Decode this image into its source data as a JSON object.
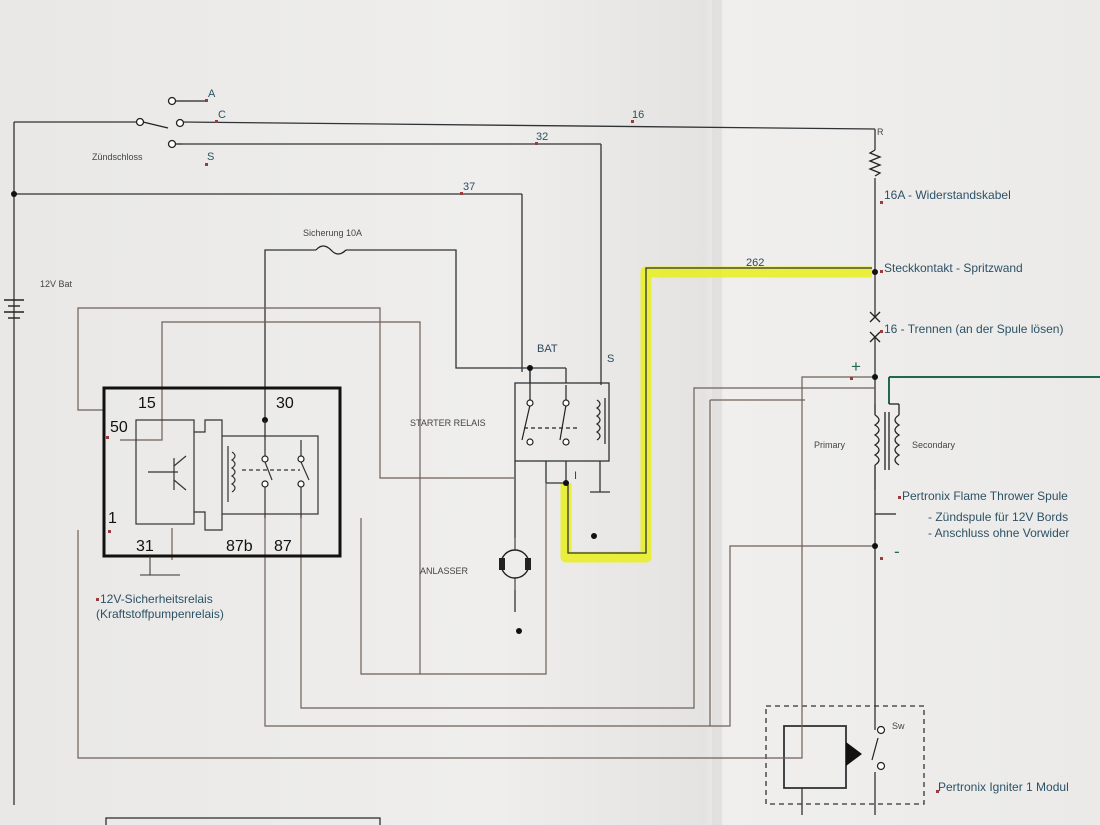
{
  "switch": {
    "name": "Zündschloss",
    "terminals": [
      "A",
      "C",
      "S"
    ]
  },
  "wires": {
    "w16": "16",
    "w32": "32",
    "w37": "37",
    "w262": "262"
  },
  "battery": "12V Bat",
  "fuse": "Sicherung 10A",
  "coil_chain": {
    "resistor_mark": "R",
    "resistor": "16A - Widerstandskabel",
    "connector": "Steckkontakt - Spritzwand",
    "disconnect": "16 - Trennen (an der Spule lösen)"
  },
  "coil": {
    "plus": "+",
    "minus": "-",
    "primary": "Primary",
    "secondary": "Secondary",
    "name": "Pertronix Flame Thrower Spule",
    "note1": "- Zündspule für 12V Bords",
    "note2": "- Anschluss ohne Vorwider"
  },
  "starter": {
    "label": "STARTER RELAIS",
    "bat": "BAT",
    "s": "S",
    "i": "I",
    "motor": "ANLASSER"
  },
  "relay": {
    "pins": {
      "p15": "15",
      "p30": "30",
      "p50": "50",
      "p1": "1",
      "p31": "31",
      "p87b": "87b",
      "p87": "87"
    },
    "name1": "12V-Sicherheitsrelais",
    "name2": "(Kraftstoffpumpenrelais)"
  },
  "igniter": {
    "name": "Pertronix Igniter 1 Modul",
    "sw": "Sw"
  },
  "colors": {
    "wire": "#2f3336",
    "wire_brown": "#6f6058",
    "highlight": "#e8ee1c",
    "coil_out": "#1f6a4e",
    "label_blue": "#2c5266"
  }
}
